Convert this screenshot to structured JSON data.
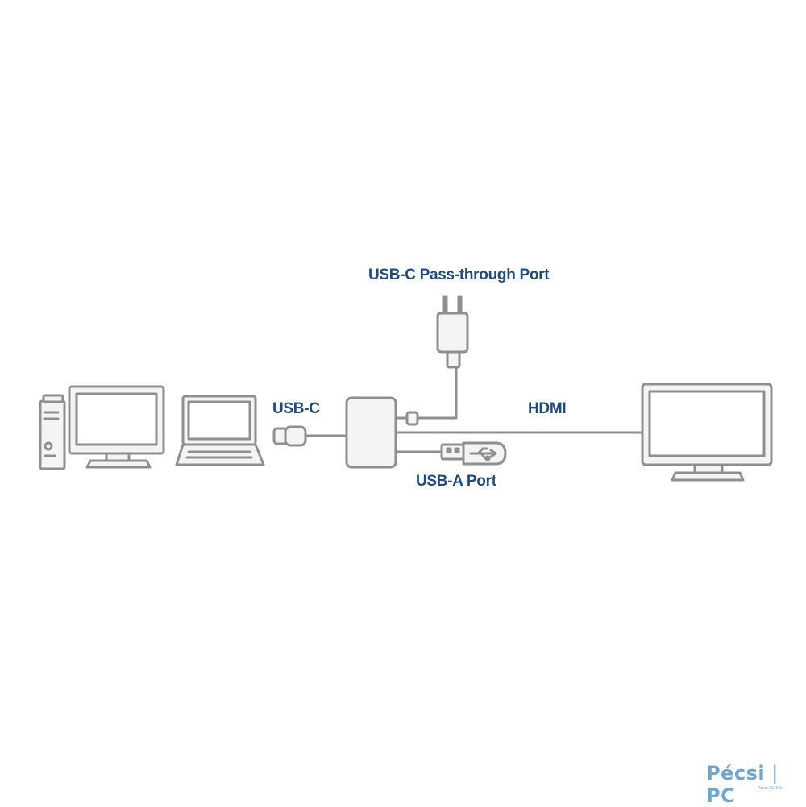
{
  "labels": {
    "usb_c": "USB-C",
    "pass_through": "USB-C Pass-through Port",
    "hdmi": "HDMI",
    "usb_a": "USB-A Port"
  },
  "watermark": {
    "brand_left": "Pécsi",
    "brand_right": "PC",
    "tagline": "Pécsi PC Kft."
  },
  "colors": {
    "label_text": "#1d4b87",
    "outline": "#8f8f8f",
    "fill": "#f4f4f4",
    "watermark": "#6fa6cf"
  },
  "icons": [
    "desktop-tower-icon",
    "desktop-monitor-icon",
    "laptop-icon",
    "usb-c-plug-icon",
    "usb-c-hub-icon",
    "power-adapter-icon",
    "usb-flash-drive-icon",
    "external-monitor-icon"
  ]
}
